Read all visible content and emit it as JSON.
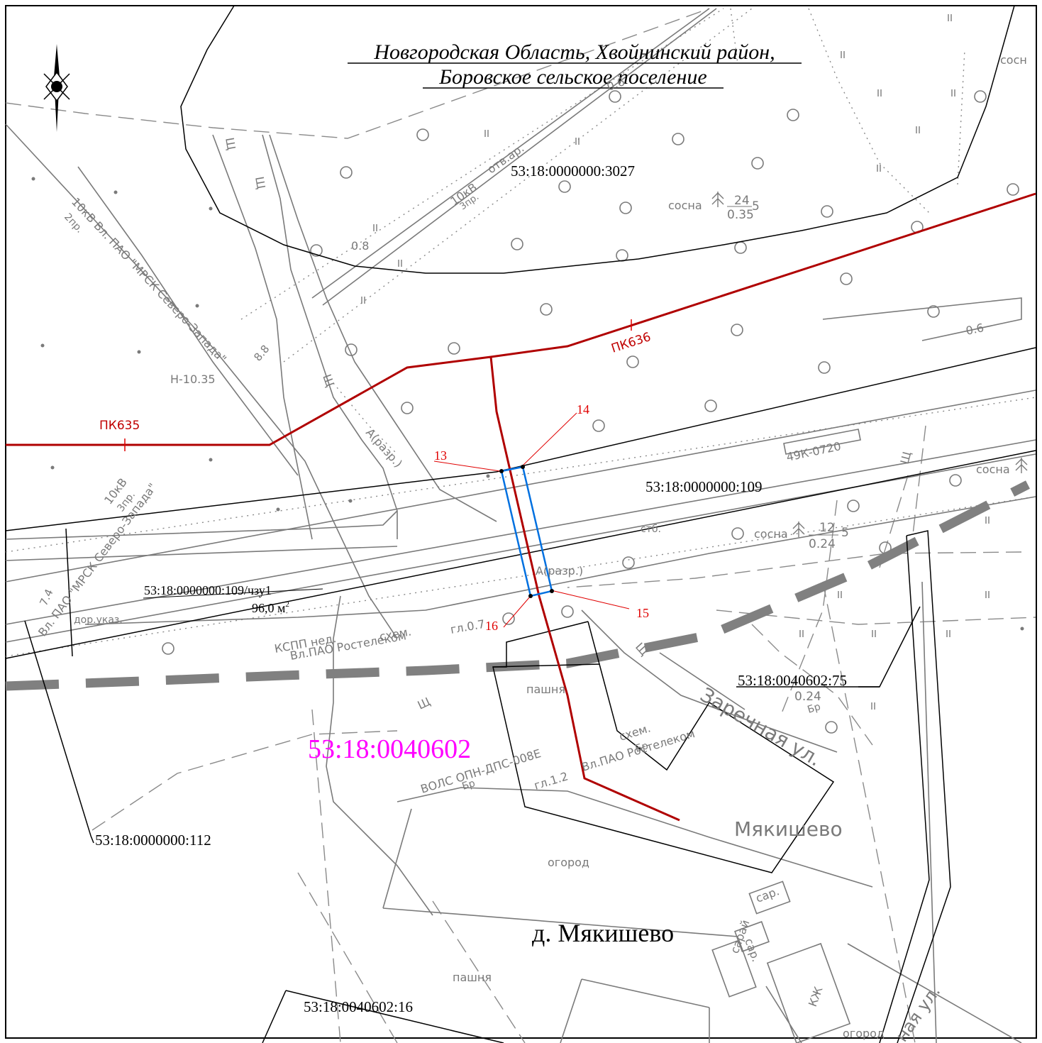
{
  "title": {
    "line1": "Новгородская Область, Хвойнинский  район,",
    "line2": "Боровское сельское поселение"
  },
  "parcels": {
    "p3027": "53:18:0000000:3027",
    "p109": "53:18:0000000:109",
    "p109_chzu": "53:18:0000000:109/чзу1",
    "area": "96,0 м",
    "area_sup": "2",
    "p75": "53:18:0040602:75",
    "p112": "53:18:0000000:112",
    "p16": "53:18:0040602:16",
    "quarter": "53:18:0040602"
  },
  "points": {
    "p13": "13",
    "p14": "14",
    "p15": "15",
    "p16": "16"
  },
  "pickets": {
    "pk635": "ПК635",
    "pk636": "ПК636"
  },
  "settlement": "д. Мякишево",
  "labels": {
    "vl_mrsk_1": "10кВ Вл. ПАО \"МРСК Северо-Запада\"",
    "vl_mrsk_1b": "2пр.",
    "vl_mrsk_2": "10кВ",
    "vl_mrsk_2b": "3пр.",
    "vl_mrsk_2c": "Вл. ПАО \"МРСК Северо-Запада\"",
    "vl_10kv_top": "10кВ",
    "vl_10kv_top_b": "3пр.",
    "otv": "отв.ар.",
    "h_10": "Н-10.35",
    "v_88": "8.8",
    "v_08": "0.8",
    "v_06_top": "0.6",
    "v_06_right": "0.6",
    "v_74": "7.4",
    "pine": "сосна",
    "pine_a_h": "24",
    "pine_a_d": "5",
    "pine_a_t": "0.35",
    "pine_b_h": "12",
    "pine_b_d": "5",
    "pine_b_t": "0.24",
    "pine_c_t": "0.24",
    "pine_right": "сосна",
    "pine_topright": "сосн",
    "road": "49К-0720",
    "asphalt_1": "А(разр.)",
    "asphalt_2": "А(разр.)",
    "stb": "стб.",
    "sch": "Щ",
    "dor_ukaz": "дор.указ.",
    "kspp": "КСПП нед.",
    "skhem1": "схем.",
    "rostelekom1": "Вл.ПАО Ростелеком",
    "gl07": "гл.0.7",
    "pashnya1": "пашня",
    "volss": "ВОЛС ОПН-ДПС-008Е",
    "gl12": "гл.1.2",
    "br1": "Бр",
    "br2": "Бр",
    "br3": "Бр",
    "skhem2": "схем.",
    "rostelekom2": "Вл.ПАО Ростелеком",
    "zarechnaya": "Заречная ул.",
    "myakishevo": "Мякишево",
    "ogorod1": "огород",
    "sar1": "сар.",
    "sar2": "сар.",
    "sarai": "сарай",
    "kzh": "КЖ",
    "pashnya2": "пашня",
    "ogorod2": "огород",
    "street2": "ная ул."
  },
  "colors": {
    "route": "#b00000",
    "zone": "#0070e0",
    "point_label": "#e00000",
    "quarter": "#ff00ff",
    "topo": "#808080",
    "boundary": "#000000",
    "dash_border": "#808080"
  }
}
